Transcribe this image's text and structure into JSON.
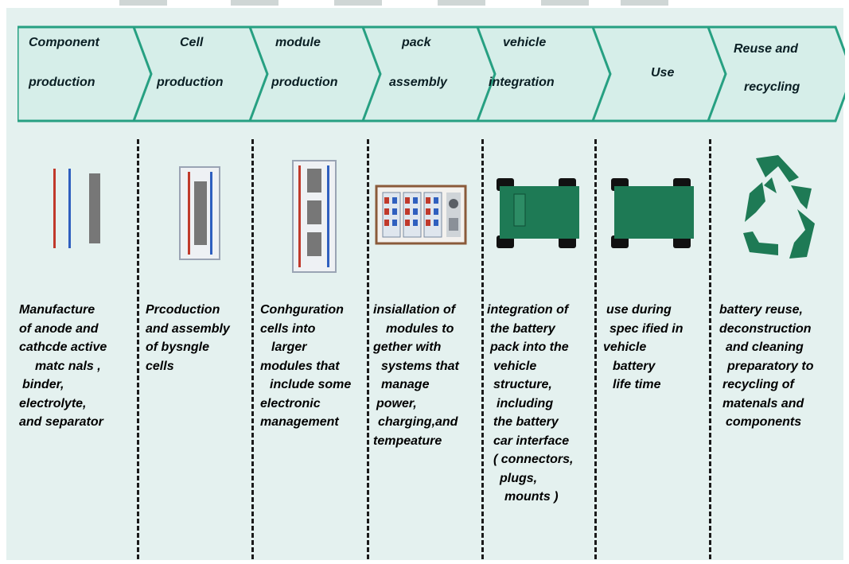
{
  "colors": {
    "background": "#e4f1ef",
    "chevron_fill": "#d6eee9",
    "chevron_stroke": "#27a082",
    "icon_green": "#1e7a55",
    "anode_red": "#c0392b",
    "cathode_blue": "#2f5fbf",
    "separator_gray": "#777777"
  },
  "stages": [
    {
      "id": "component",
      "label_lines": [
        "Component",
        "production"
      ],
      "icon": "electrode-layers-icon",
      "description": [
        "Manufacture",
        "of anode and",
        "cathcde active",
        "matc nals ,",
        "binder,",
        "electrolyte,",
        "and separator"
      ]
    },
    {
      "id": "cell",
      "label_lines": [
        "Cell",
        "production"
      ],
      "icon": "battery-cell-icon",
      "description": [
        "Prcoduction",
        "and assembly",
        "of bysngle",
        "cells"
      ]
    },
    {
      "id": "module",
      "label_lines": [
        "module",
        "production"
      ],
      "icon": "battery-module-icon",
      "description": [
        "Conhguration",
        "cells into",
        "larger",
        "modules that",
        "include some",
        "electronic",
        "management"
      ]
    },
    {
      "id": "pack",
      "label_lines": [
        "pack",
        "assembly"
      ],
      "icon": "battery-pack-icon",
      "description": [
        "insiallation of",
        "modules to",
        "gether with",
        "systems that",
        "manage",
        "power,",
        "charging,and",
        "tempeature"
      ]
    },
    {
      "id": "vehicle",
      "label_lines": [
        "vehicle",
        "integration"
      ],
      "icon": "vehicle-integration-icon",
      "description": [
        "integration of",
        "the battery",
        "pack into the",
        "vehicle",
        "structure,",
        "including",
        "the  battery",
        "car interface",
        "( connectors,",
        "plugs,",
        "mounts )"
      ]
    },
    {
      "id": "use",
      "label_lines": [
        "Use"
      ],
      "icon": "vehicle-use-icon",
      "description": [
        "use during",
        "spec ified in",
        "vehicle",
        "battery",
        "life time"
      ]
    },
    {
      "id": "recycle",
      "label_lines": [
        "Reuse and",
        "recycling"
      ],
      "icon": "recycle-icon",
      "description": [
        "battery reuse,",
        "deconstruction",
        "and cleaning",
        "preparatory to",
        "recycling of",
        "matenals and",
        "components"
      ]
    }
  ]
}
